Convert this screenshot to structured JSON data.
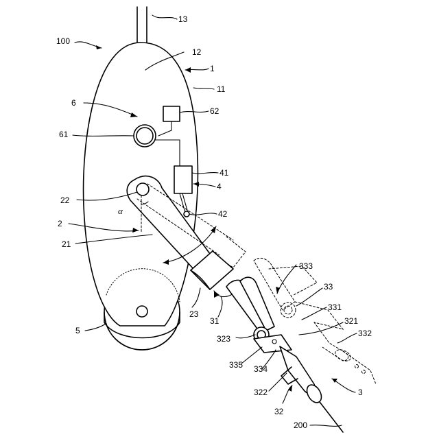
{
  "labels": {
    "l13": "13",
    "l100": "100",
    "l12": "12",
    "l1": "1",
    "l11": "11",
    "l6": "6",
    "l62": "62",
    "l61": "61",
    "l41": "41",
    "l4": "4",
    "l22": "22",
    "alpha": "α",
    "l42": "42",
    "l2": "2",
    "l21": "21",
    "l333": "333",
    "l33": "33",
    "l331": "331",
    "l321": "321",
    "l332": "332",
    "l5": "5",
    "l23": "23",
    "l31": "31",
    "l323": "323",
    "l335": "335",
    "l334": "334",
    "l3": "3",
    "l322": "322",
    "l32": "32",
    "l200": "200"
  }
}
